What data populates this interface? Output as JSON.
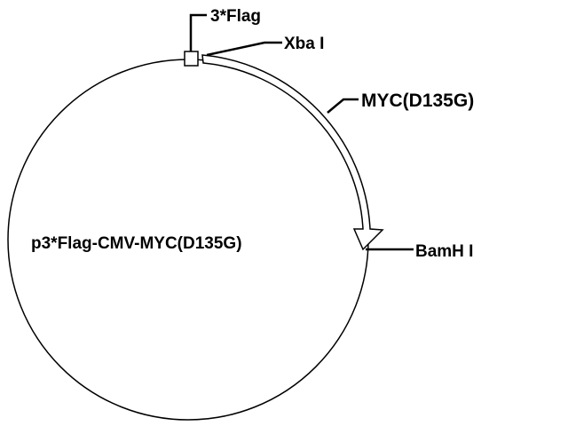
{
  "plasmid": {
    "name": "p3*Flag-CMV-MYC(D135G)"
  },
  "features": {
    "tag": {
      "label": "3*Flag"
    },
    "site_start": {
      "label": "Xba I"
    },
    "insert": {
      "label": "MYC(D135G)"
    },
    "site_end": {
      "label": "BamH I"
    }
  },
  "colors": {
    "stroke": "#000000",
    "fill": "#ffffff",
    "text": "#000000"
  }
}
